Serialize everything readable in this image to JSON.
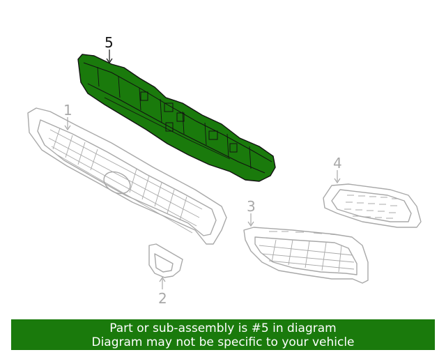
{
  "callouts": {
    "p1": "1",
    "p2": "2",
    "p3": "3",
    "p4": "4",
    "p5": "5"
  },
  "banner": {
    "line1": "Part or sub-assembly is #5 in diagram",
    "line2": "Diagram may not be specific to your vehicle"
  },
  "colors": {
    "highlight": "#1a7a0c",
    "part_line": "#a8a8a8",
    "highlight_outline": "#111111",
    "banner_text": "#ffffff"
  }
}
